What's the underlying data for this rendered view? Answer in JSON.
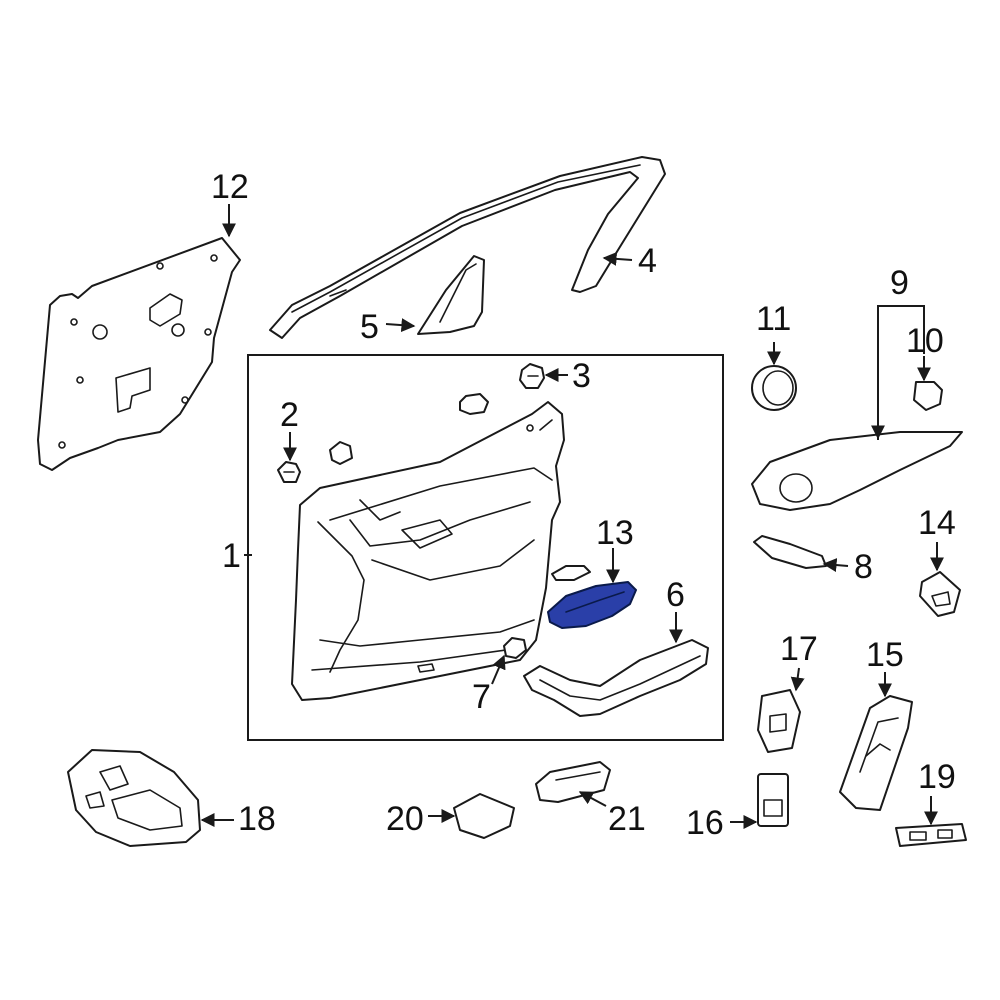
{
  "highlight_color": "#2a3fa8",
  "line_color": "#1a1a1a",
  "callouts": {
    "c1": "1",
    "c2": "2",
    "c3": "3",
    "c4": "4",
    "c5": "5",
    "c6": "6",
    "c7": "7",
    "c8": "8",
    "c9": "9",
    "c10": "10",
    "c11": "11",
    "c12": "12",
    "c13": "13",
    "c14": "14",
    "c15": "15",
    "c16": "16",
    "c17": "17",
    "c18": "18",
    "c19": "19",
    "c20": "20",
    "c21": "21"
  }
}
